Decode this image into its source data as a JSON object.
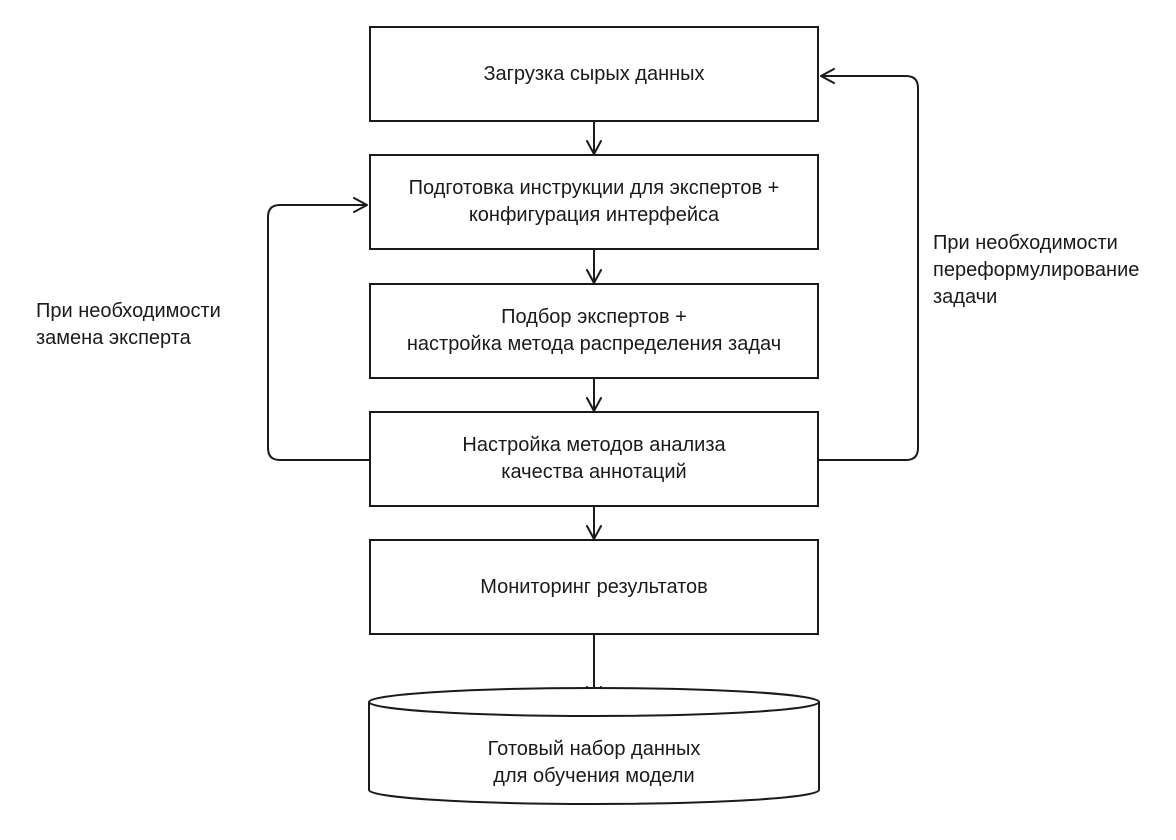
{
  "steps": {
    "load": {
      "line1": "Загрузка сырых данных"
    },
    "prepare": {
      "line1": "Подготовка инструкции для экспертов +",
      "line2": "конфигурация интерфейса"
    },
    "select": {
      "line1": "Подбор экспертов +",
      "line2": "настройка метода распределения задач"
    },
    "quality": {
      "line1": "Настройка методов анализа",
      "line2": "качества аннотаций"
    },
    "monitor": {
      "line1": "Мониторинг результатов"
    }
  },
  "output": {
    "line1": "Готовый набор данных",
    "line2": "для обучения модели"
  },
  "feedback": {
    "left": {
      "line1": "При необходимости",
      "line2": "замена эксперта"
    },
    "right": {
      "line1": "При необходимости",
      "line2": "переформулирование",
      "line3": "задачи"
    }
  },
  "colors": {
    "stroke": "#1a1a1a",
    "background": "#ffffff"
  }
}
